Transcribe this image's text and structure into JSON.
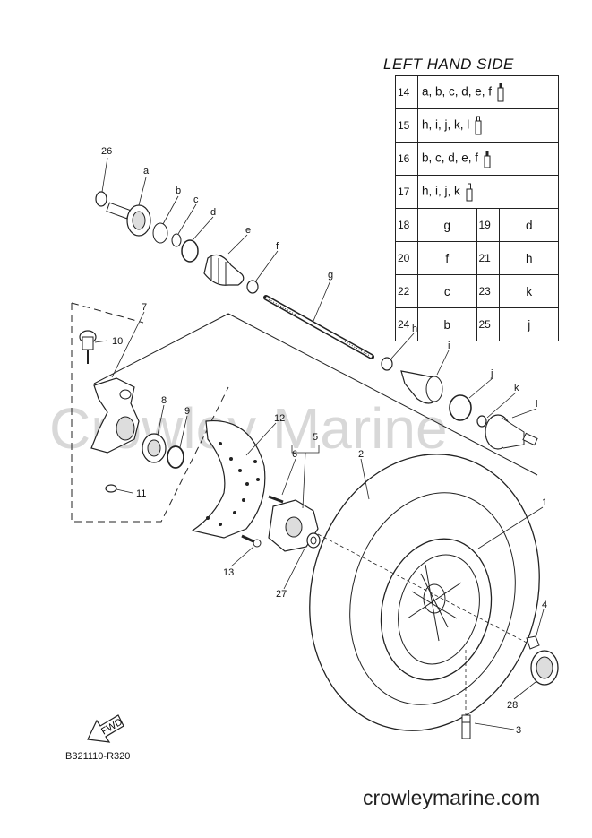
{
  "title": "LEFT HAND SIDE",
  "table": [
    {
      "num": "14",
      "text": "a, b, c, d, e, f",
      "tube": "long"
    },
    {
      "num": "15",
      "text": "h, i, j, k, l",
      "tube": "long"
    },
    {
      "num": "16",
      "text": "b, c, d, e, f",
      "tube": "short"
    },
    {
      "num": "17",
      "text": "h, i, j, k",
      "tube": "short"
    },
    {
      "num": "18",
      "val": "g",
      "num2": "19",
      "val2": "d"
    },
    {
      "num": "20",
      "val": "f",
      "num2": "21",
      "val2": "h"
    },
    {
      "num": "22",
      "val": "c",
      "num2": "23",
      "val2": "k"
    },
    {
      "num": "24",
      "val": "b",
      "num2": "25",
      "val2": "j"
    }
  ],
  "callouts": {
    "c1": "1",
    "c2": "2",
    "c3": "3",
    "c4": "4",
    "c5": "5",
    "c6": "6",
    "c7": "7",
    "c8": "8",
    "c9": "9",
    "c10": "10",
    "c11": "11",
    "c12": "12",
    "c13": "13",
    "c26": "26",
    "c27": "27",
    "c28": "28",
    "ca": "a",
    "cb": "b",
    "cc": "c",
    "cd": "d",
    "ce": "e",
    "cf": "f",
    "cg": "g",
    "ch": "h",
    "ci": "i",
    "cj": "j",
    "ck": "k",
    "cl": "l"
  },
  "fwd_label": "FWD",
  "diagram_code": "B321110-R320",
  "watermark": "Crowley Marine",
  "site": "crowleymarine.com"
}
